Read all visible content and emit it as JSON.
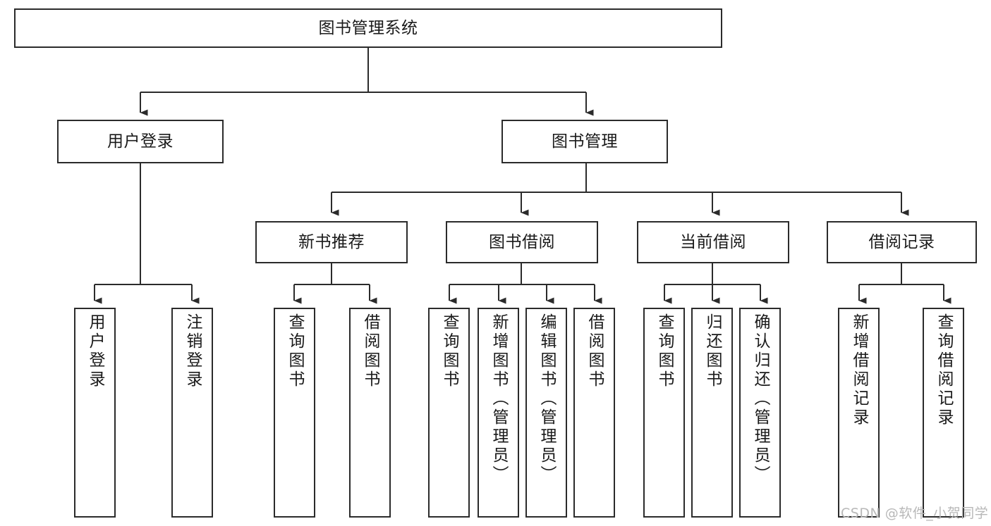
{
  "diagram": {
    "title": "图书管理系统",
    "type": "tree-hierarchy-chart",
    "orientation": "top-down",
    "colors": {
      "node_border": "#2b2b2b",
      "node_fill": "#ffffff",
      "edge": "#2b2b2b",
      "text": "#1a1a1a",
      "watermark": "#b8b8b8",
      "background": "#ffffff"
    }
  },
  "nodes": {
    "root": {
      "label": "图书管理系统"
    },
    "level2": [
      {
        "label": "用户登录"
      },
      {
        "label": "图书管理"
      }
    ],
    "level3": [
      {
        "label": "新书推荐"
      },
      {
        "label": "图书借阅"
      },
      {
        "label": "当前借阅"
      },
      {
        "label": "借阅记录"
      }
    ],
    "leaves": {
      "user_login": [
        {
          "label": "用户登录"
        },
        {
          "label": "注销登录"
        }
      ],
      "new_book_recommend": [
        {
          "label": "查询图书"
        },
        {
          "label": "借阅图书"
        }
      ],
      "book_borrow": [
        {
          "label": "查询图书"
        },
        {
          "label": "新增图书（管理员）"
        },
        {
          "label": "编辑图书（管理员）"
        },
        {
          "label": "借阅图书"
        }
      ],
      "current_borrow": [
        {
          "label": "查询图书"
        },
        {
          "label": "归还图书"
        },
        {
          "label": "确认归还（管理员）"
        }
      ],
      "borrow_record": [
        {
          "label": "新增借阅记录"
        },
        {
          "label": "查询借阅记录"
        }
      ]
    }
  },
  "watermark": {
    "text": "CSDN @软件_小贺同学"
  }
}
